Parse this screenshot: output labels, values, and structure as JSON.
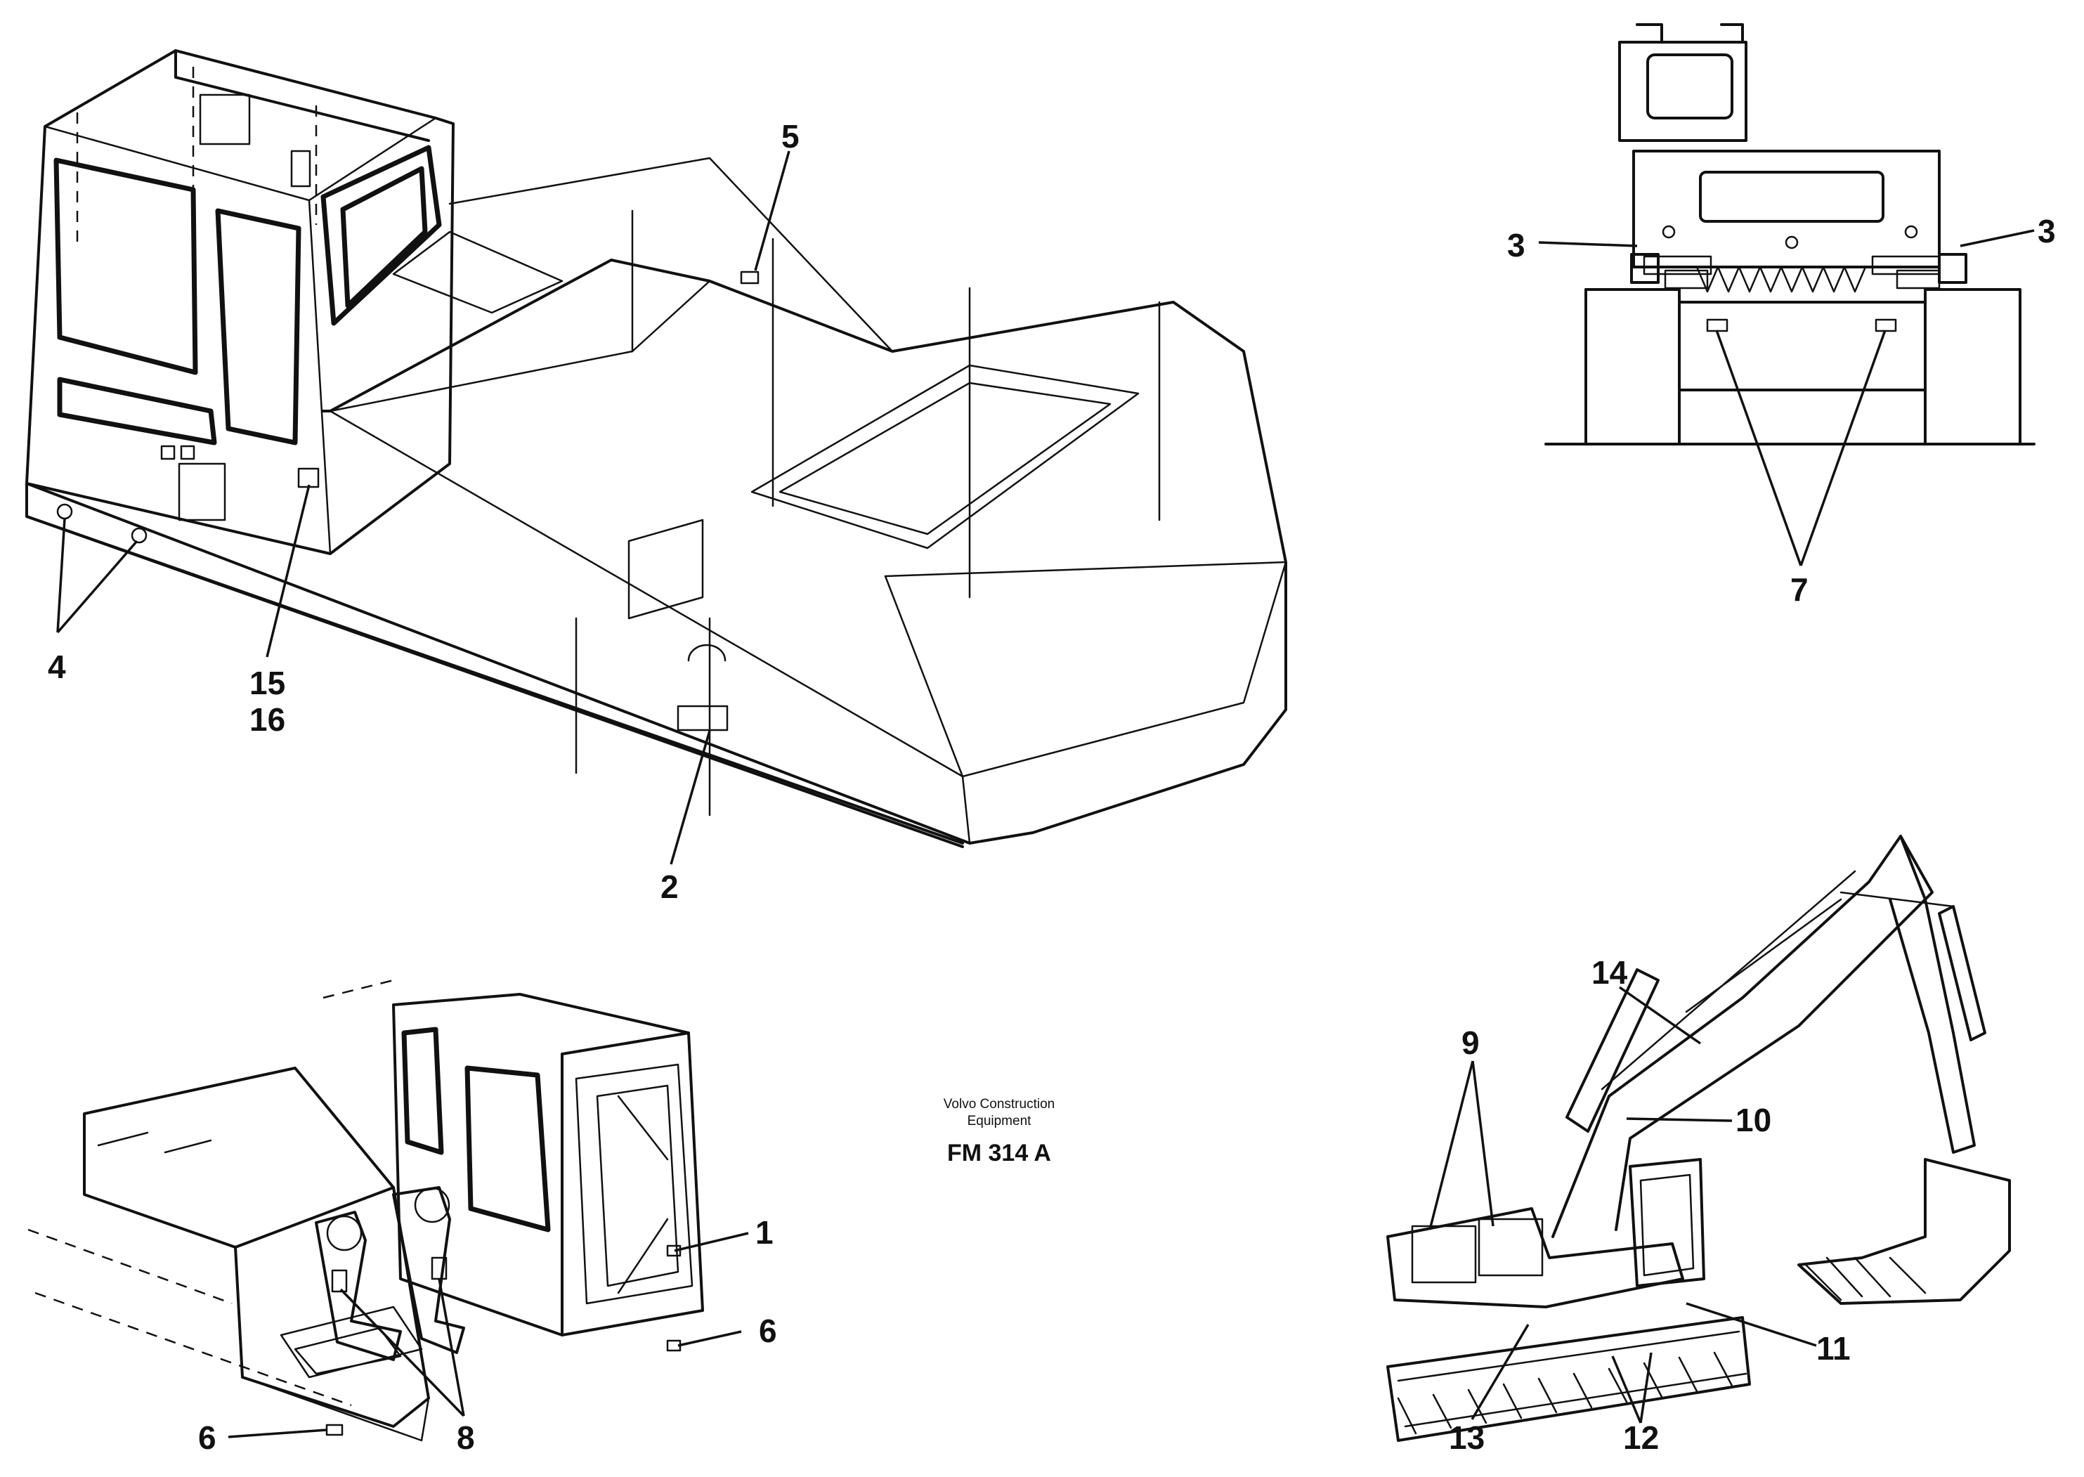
{
  "callouts": {
    "c1": "1",
    "c2": "2",
    "c3": "3",
    "c4": "4",
    "c5": "5",
    "c6": "6",
    "c7": "7",
    "c8": "8",
    "c9": "9",
    "c10": "10",
    "c11": "11",
    "c12": "12",
    "c13": "13",
    "c14": "14",
    "c15": "15",
    "c16": "16"
  },
  "credit": {
    "line1": "Volvo Construction",
    "line2": "Equipment",
    "code": "FM 314 A"
  }
}
